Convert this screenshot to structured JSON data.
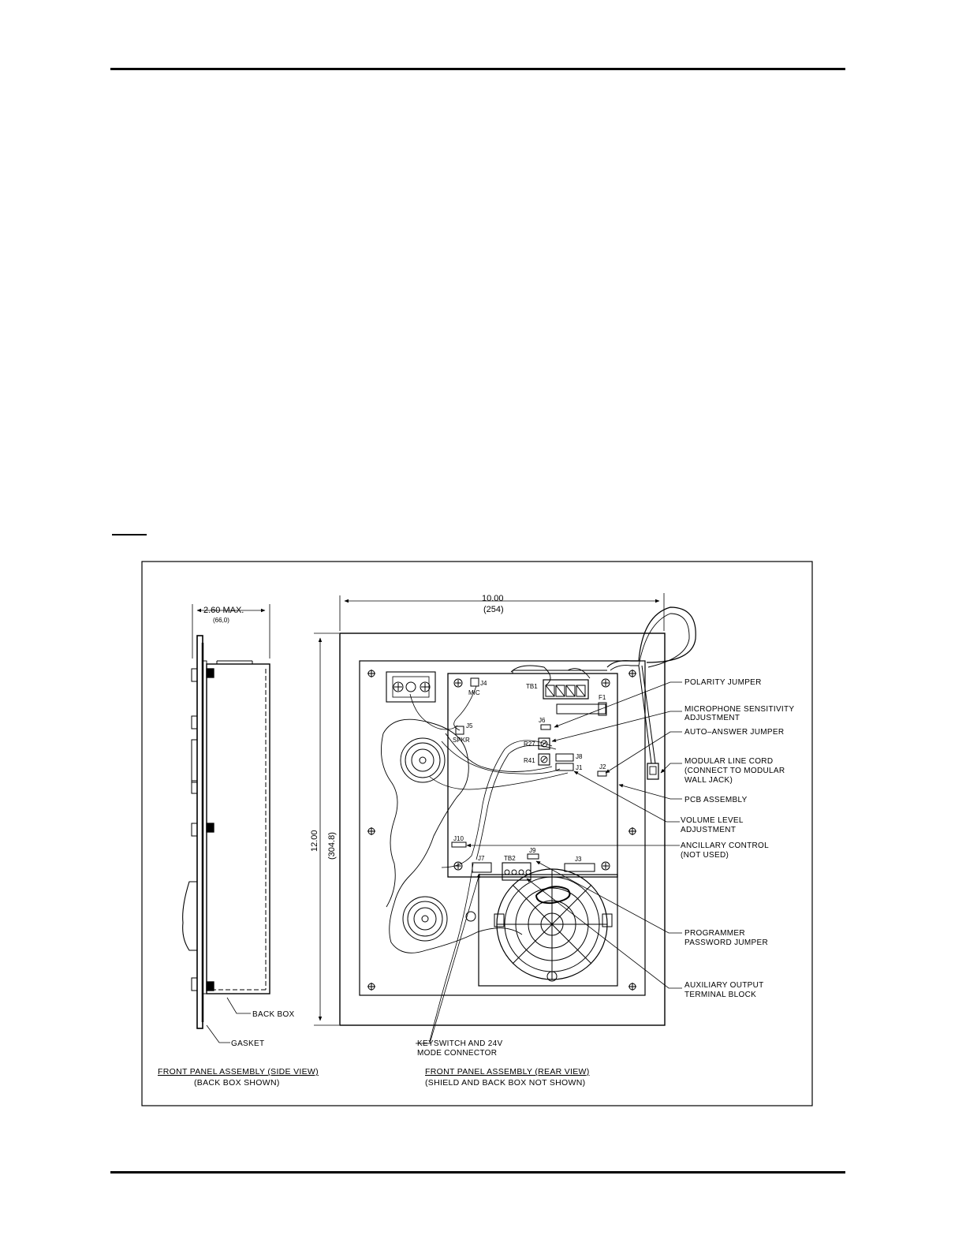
{
  "dimensions": {
    "side_depth": "2.60 MAX.",
    "side_depth_metric": "(66,0)",
    "width": "10.00",
    "width_metric": "(254)",
    "height": "12.00",
    "height_metric": "(304.8)"
  },
  "board_labels": {
    "j4": "J4",
    "mic": "MIC",
    "tb1": "TB1",
    "f1": "F1",
    "j5": "J5",
    "spkr": "SPKR",
    "j6": "J6",
    "r27": "R27",
    "j8": "J8",
    "r41": "R41",
    "j1": "J1",
    "j2": "J2",
    "j10": "J10",
    "j7": "J7",
    "tb2": "TB2",
    "j9": "J9",
    "j3": "J3"
  },
  "callouts": {
    "polarity": "POLARITY JUMPER",
    "mic_sens_1": "MICROPHONE SENSITIVITY",
    "mic_sens_2": "ADJUSTMENT",
    "auto_answer": "AUTO–ANSWER JUMPER",
    "line_cord_1": "MODULAR LINE CORD",
    "line_cord_2": "(CONNECT TO MODULAR",
    "line_cord_3": "WALL JACK)",
    "pcb": "PCB ASSEMBLY",
    "volume_1": "VOLUME LEVEL",
    "volume_2": "ADJUSTMENT",
    "ancillary_1": "ANCILLARY CONTROL",
    "ancillary_2": "(NOT USED)",
    "programmer_1": "PROGRAMMER",
    "programmer_2": "PASSWORD JUMPER",
    "aux_1": "AUXILIARY OUTPUT",
    "aux_2": "TERMINAL BLOCK",
    "keyswitch_1": "KEYSWITCH AND 24V",
    "keyswitch_2": "MODE CONNECTOR",
    "back_box": "BACK BOX",
    "gasket": "GASKET"
  },
  "captions": {
    "side_title": "FRONT PANEL ASSEMBLY (SIDE VIEW)",
    "side_sub": "(BACK BOX SHOWN)",
    "rear_title": "FRONT PANEL ASSEMBLY (REAR VIEW)",
    "rear_sub": "(SHIELD AND BACK BOX NOT SHOWN)"
  }
}
